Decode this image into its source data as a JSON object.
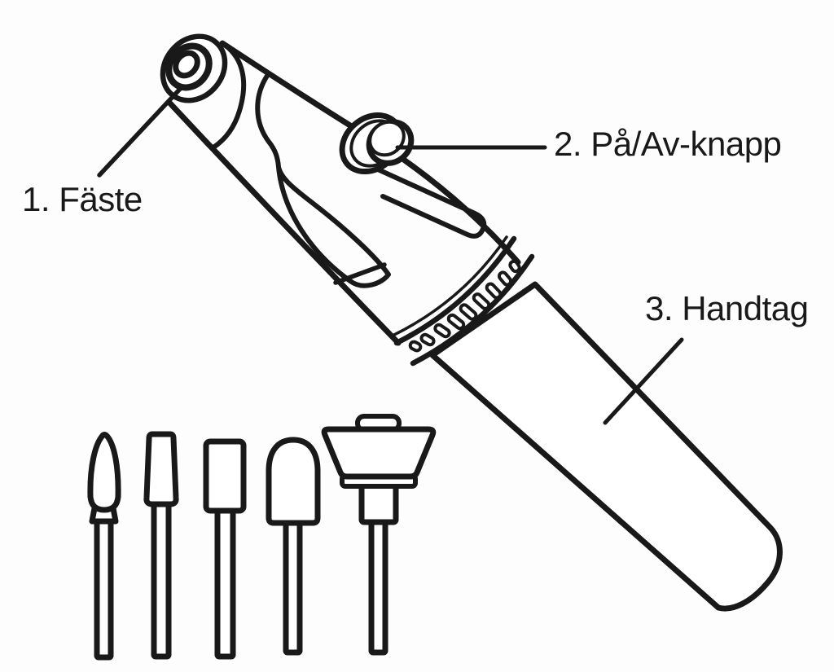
{
  "figure": {
    "kind": "line-diagram",
    "subject": "engraving-pen-with-accessory-bits"
  },
  "labels": [
    {
      "id": "1",
      "text": "1. Fäste"
    },
    {
      "id": "2",
      "text": "2. På/Av-knapp"
    },
    {
      "id": "3",
      "text": "3. Handtag"
    }
  ],
  "accessory_bits": [
    {
      "name": "flame-tip-bit"
    },
    {
      "name": "tapered-cone-bit"
    },
    {
      "name": "cylinder-bit"
    },
    {
      "name": "dome-bit"
    },
    {
      "name": "cup-wheel-bit"
    }
  ],
  "colors": {
    "line": "#191919",
    "background": "#fdfdfd"
  }
}
